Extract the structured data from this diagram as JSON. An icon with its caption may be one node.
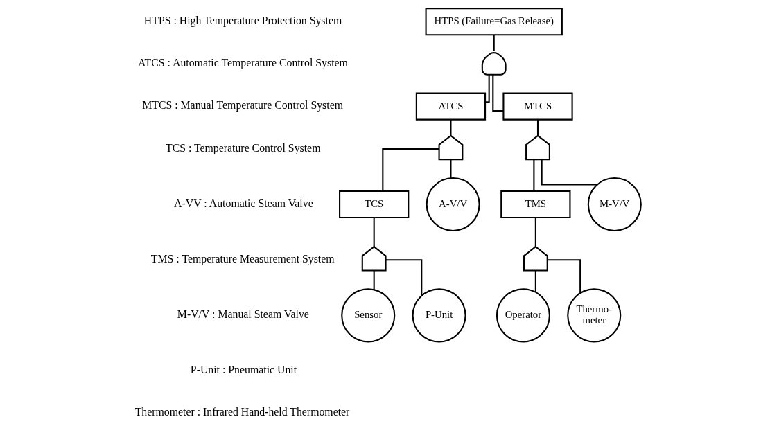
{
  "diagram": {
    "nodes": [
      {
        "text": [
          "HTPS (Failure=Gas Release)"
        ]
      },
      {
        "text": [],
        "shape": "dome"
      },
      {
        "text": [
          "ATCS"
        ]
      },
      {
        "text": [
          "MTCS"
        ]
      },
      {
        "text": [],
        "shape": "shield"
      },
      {
        "text": [],
        "shape": "shield"
      },
      {
        "text": [
          "TCS"
        ]
      },
      {
        "text": [
          "A-V/V"
        ]
      },
      {
        "text": [
          "TMS"
        ]
      },
      {
        "text": [
          "M-V/V"
        ]
      },
      {
        "text": [],
        "shape": "shield"
      },
      {
        "text": [],
        "shape": "shield"
      },
      {
        "text": [
          "Sensor"
        ]
      },
      {
        "text": [
          "P-Unit"
        ]
      },
      {
        "text": [
          "Operator"
        ]
      },
      {
        "text": [
          "Thermo- meter"
        ]
      }
    ],
    "edges": [
      {
        "from": 0,
        "to": 1,
        "arrow": "none"
      },
      {
        "from": 1,
        "to": 2,
        "arrow": "none"
      },
      {
        "from": 1,
        "to": 3,
        "arrow": "none"
      },
      {
        "from": 2,
        "to": 4,
        "arrow": "none"
      },
      {
        "from": 3,
        "to": 5,
        "arrow": "none"
      },
      {
        "from": 4,
        "to": 6,
        "arrow": "none"
      },
      {
        "from": 4,
        "to": 7,
        "arrow": "none"
      },
      {
        "from": 5,
        "to": 8,
        "arrow": "none"
      },
      {
        "from": 5,
        "to": 9,
        "arrow": "none"
      },
      {
        "from": 6,
        "to": 10,
        "arrow": "none"
      },
      {
        "from": 8,
        "to": 11,
        "arrow": "none"
      },
      {
        "from": 10,
        "to": 12,
        "arrow": "none"
      },
      {
        "from": 10,
        "to": 13,
        "arrow": "none"
      },
      {
        "from": 11,
        "to": 14,
        "arrow": "none"
      },
      {
        "from": 11,
        "to": 15,
        "arrow": "none"
      }
    ],
    "labels": [
      "HTPS : High Temperature Protection System",
      "ATCS : Automatic Temperature Control System",
      "MTCS : Manual Temperature Control System",
      "TCS : Temperature Control System",
      "A-VV : Automatic Steam Valve",
      "TMS : Temperature Measurement System",
      "M-V/V : Manual Steam Valve",
      "P-Unit : Pneumatic Unit",
      "Thermometer : Infrared Hand-held Thermometer"
    ]
  }
}
